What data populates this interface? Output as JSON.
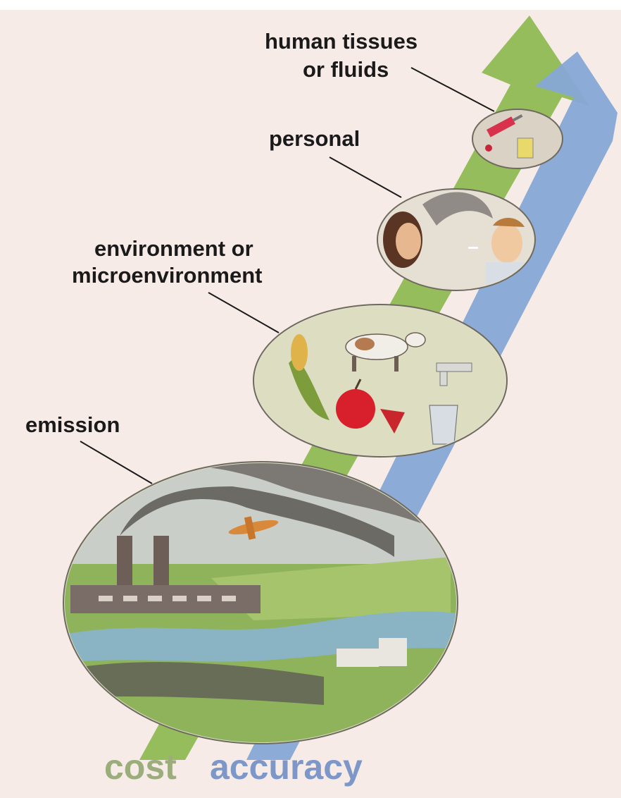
{
  "diagram": {
    "levels": [
      {
        "id": "human-tissues",
        "lines": [
          "human tissues",
          "or fluids"
        ]
      },
      {
        "id": "personal",
        "lines": [
          "personal"
        ]
      },
      {
        "id": "environment",
        "lines": [
          "environment or",
          "microenvironment"
        ]
      },
      {
        "id": "emission",
        "lines": [
          "emission"
        ]
      }
    ],
    "axes": {
      "cost": {
        "label": "cost",
        "color": "#9cad7c"
      },
      "accuracy": {
        "label": "accuracy",
        "color": "#7d97c9"
      }
    },
    "arrow_colors": {
      "cost_arrow": "#8fbb54",
      "accuracy_arrow": "#86a8d6"
    },
    "vignettes": {
      "human_tissues": [
        "syringe-icon",
        "blood-drop-icon",
        "sample-jar-icon"
      ],
      "personal": [
        "woman-face",
        "man-smoking",
        "smoke"
      ],
      "environment": [
        "corn-icon",
        "cow-icon",
        "faucet-icon",
        "apple-icon",
        "strawberry-icon",
        "water-glass-icon"
      ],
      "emission": [
        "smokestacks",
        "factory",
        "smoke-plume",
        "crop-duster-plane",
        "river",
        "fields",
        "truck"
      ]
    }
  }
}
